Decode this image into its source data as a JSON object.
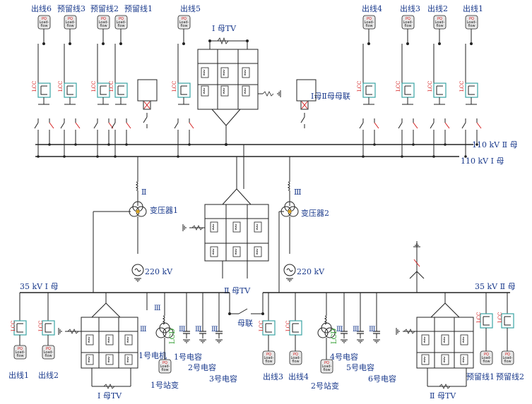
{
  "top_feeders": [
    {
      "label": "出线6"
    },
    {
      "label": "预留线3"
    },
    {
      "label": "预留线2"
    },
    {
      "label": "预留线1"
    },
    {
      "label": "出线5"
    },
    {
      "label": "出线4"
    },
    {
      "label": "出线3"
    },
    {
      "label": "出线2"
    },
    {
      "label": "出线1"
    }
  ],
  "bus_labels": {
    "bus_110_2": "110 kV Ⅱ 母",
    "bus_110_1": "110 kV Ⅰ 母",
    "bus_35_1": "35 kV Ⅰ 母",
    "bus_35_2": "35 kV Ⅱ 母"
  },
  "tv_labels": {
    "tv_110_top": "Ⅰ 母TV",
    "tv_35_center": "Ⅱ 母TV",
    "tv_35_left": "Ⅰ 母TV",
    "tv_35_right": "Ⅱ 母TV"
  },
  "bus_tie_110": "Ⅰ母Ⅱ母母联",
  "bus_tie_35": "母联",
  "transformers": [
    {
      "label": "变压器1",
      "roman": "Ⅱ",
      "source": "220 kV"
    },
    {
      "label": "变压器2",
      "roman": "Ⅲ",
      "source": "220 kV"
    }
  ],
  "lower_left": {
    "feeders": [
      "出线1",
      "出线2"
    ],
    "motor": "1号电机",
    "station_xfmr": "1号站变",
    "caps": [
      "1号电容",
      "2号电容",
      "3号电容"
    ]
  },
  "lower_right": {
    "feeders": [
      "出线3",
      "出线4"
    ],
    "station_xfmr": "2号站变",
    "caps": [
      "4号电容",
      "5号电容",
      "6号电容"
    ],
    "reserve": [
      "预留线1",
      "预留线2"
    ]
  },
  "block_text": {
    "pq": "PQ",
    "load": "Load-",
    "flow": "flow",
    "lcc": "LCC",
    "roman3": "Ⅲ",
    "lcd": "LCD"
  }
}
